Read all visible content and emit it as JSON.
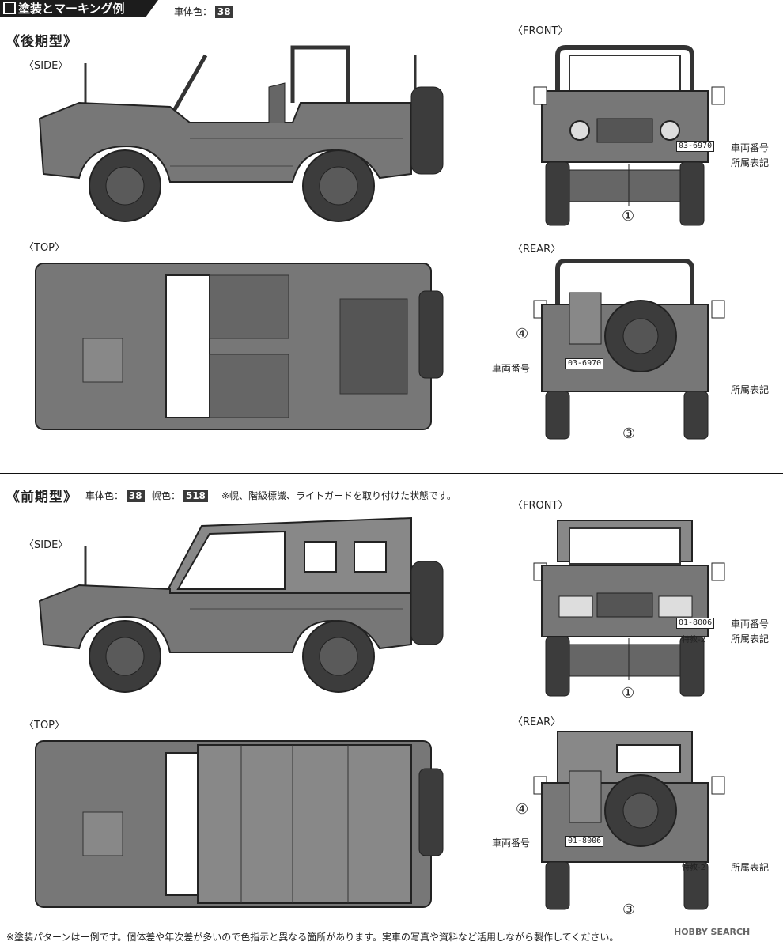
{
  "header": {
    "title": "塗装とマーキング例",
    "body_color_label": "車体色：",
    "body_color_code": "38"
  },
  "late_model": {
    "title": "《後期型》",
    "views": {
      "side": "〈SIDE〉",
      "top": "〈TOP〉",
      "front": "〈FRONT〉",
      "rear": "〈REAR〉"
    },
    "front": {
      "plate": "03-6970",
      "vehicle_number_label": "車両番号",
      "unit_label": "所属表記",
      "marker": "①"
    },
    "rear": {
      "plate": "03-6970",
      "vehicle_number_label": "車両番号",
      "unit_label": "所属表記",
      "marker_4": "④",
      "marker_3": "③"
    }
  },
  "early_model": {
    "title": "《前期型》",
    "body_color_label": "車体色：",
    "body_color_code": "38",
    "hood_color_label": "幌色：",
    "hood_color_code": "518",
    "note": "※幌、階級標識、ライトガードを取り付けた状態です。",
    "views": {
      "side": "〈SIDE〉",
      "top": "〈TOP〉",
      "front": "〈FRONT〉",
      "rear": "〈REAR〉"
    },
    "front": {
      "plate": "01-8006",
      "unit_text": "特教-2",
      "vehicle_number_label": "車両番号",
      "unit_label": "所属表記",
      "marker": "①"
    },
    "rear": {
      "plate": "01-8006",
      "unit_text": "特教-2",
      "vehicle_number_label": "車両番号",
      "unit_label": "所属表記",
      "marker_4": "④",
      "marker_3": "③"
    }
  },
  "footer": {
    "note": "※塗装パターンは一例です。個体差や年次差が多いので色指示と異なる箇所があります。実車の写真や資料など活用しながら製作してください。"
  },
  "watermark": "HOBBY SEARCH",
  "colors": {
    "vehicle": "#6e6e6e",
    "vehicle_dark": "#4a4a4a",
    "tire": "#3c3c3c",
    "swatch": "#3a3a3a"
  }
}
